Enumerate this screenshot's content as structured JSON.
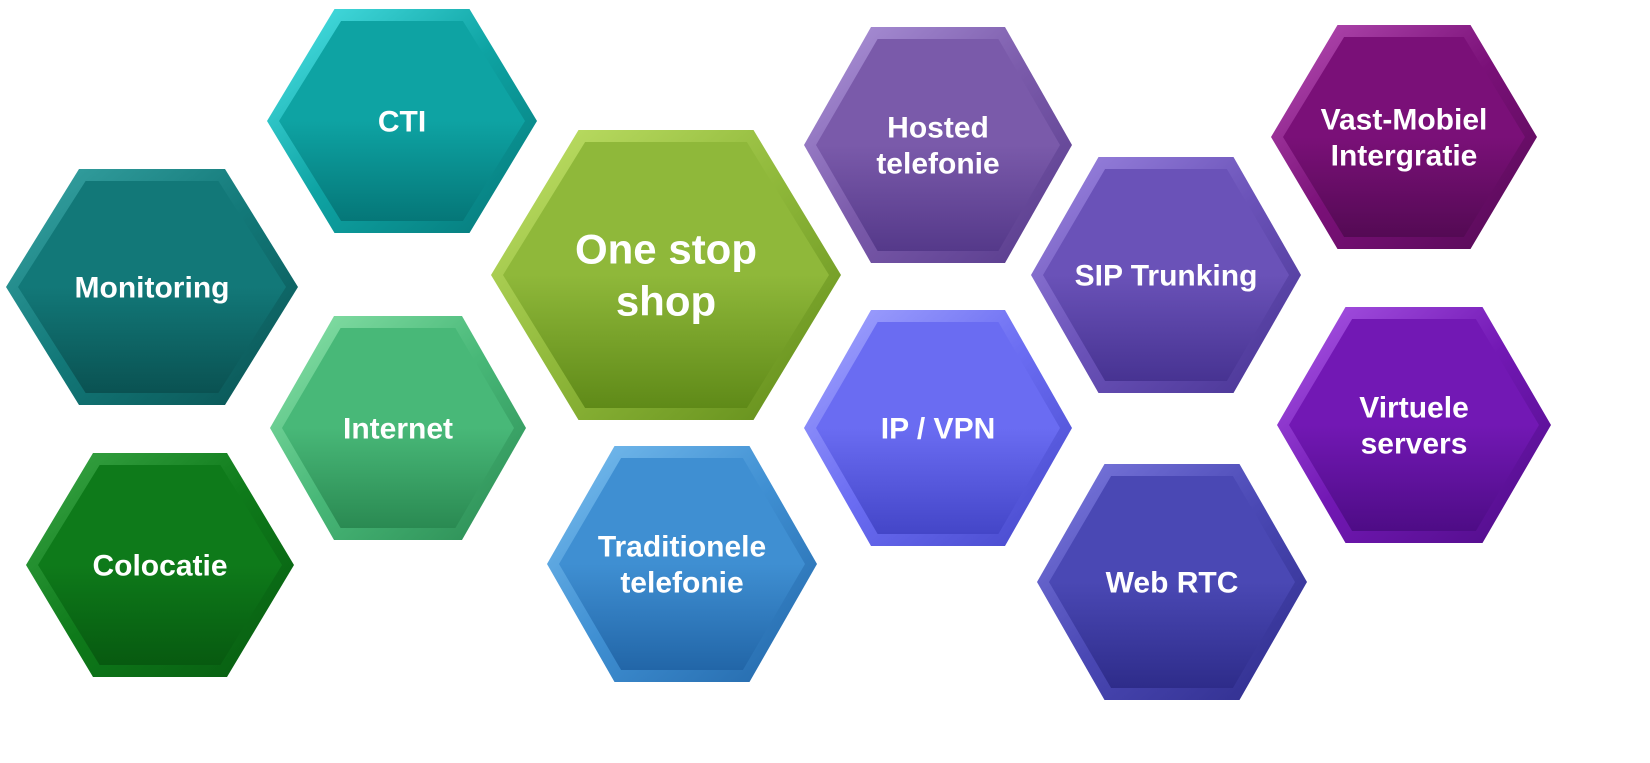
{
  "diagram": {
    "center": {
      "lines": [
        "One stop",
        "shop"
      ],
      "color": "#8fb83a",
      "light": "#c3e36a",
      "dark": "#5f8a18"
    },
    "hexes": [
      {
        "id": "cti",
        "lines": [
          "CTI"
        ],
        "color": "#0ea3a3",
        "light": "#4fe6ea",
        "dark": "#057778"
      },
      {
        "id": "monitoring",
        "lines": [
          "Monitoring"
        ],
        "color": "#127878",
        "light": "#3aa6a6",
        "dark": "#0a5252"
      },
      {
        "id": "internet",
        "lines": [
          "Internet"
        ],
        "color": "#48b878",
        "light": "#8ee4ac",
        "dark": "#2a8a52"
      },
      {
        "id": "colocatie",
        "lines": [
          "Colocatie"
        ],
        "color": "#0e7a1a",
        "light": "#3ca848",
        "dark": "#075a10"
      },
      {
        "id": "traditionele-telefonie",
        "lines": [
          "Traditionele",
          "telefonie"
        ],
        "color": "#3f8fd2",
        "light": "#7cc0f0",
        "dark": "#2266a8"
      },
      {
        "id": "hosted-telefonie",
        "lines": [
          "Hosted",
          "telefonie"
        ],
        "color": "#7a5aaa",
        "light": "#b098dc",
        "dark": "#55398a"
      },
      {
        "id": "ip-vpn",
        "lines": [
          "IP / VPN"
        ],
        "color": "#6a6cf2",
        "light": "#a6a8ff",
        "dark": "#4446c8"
      },
      {
        "id": "sip-trunking",
        "lines": [
          "SIP Trunking"
        ],
        "color": "#6a52b8",
        "light": "#9e88e2",
        "dark": "#473392"
      },
      {
        "id": "web-rtc",
        "lines": [
          "Web RTC"
        ],
        "color": "#4a48b4",
        "light": "#7e7ce0",
        "dark": "#2e2c8a"
      },
      {
        "id": "vast-mobiel-intergratie",
        "lines": [
          "Vast-Mobiel",
          "Intergratie"
        ],
        "color": "#7a1078",
        "light": "#b850b6",
        "dark": "#540a54"
      },
      {
        "id": "virtuele-servers",
        "lines": [
          "Virtuele",
          "servers"
        ],
        "color": "#7218b4",
        "light": "#ac5ae8",
        "dark": "#4e0c86"
      }
    ]
  }
}
